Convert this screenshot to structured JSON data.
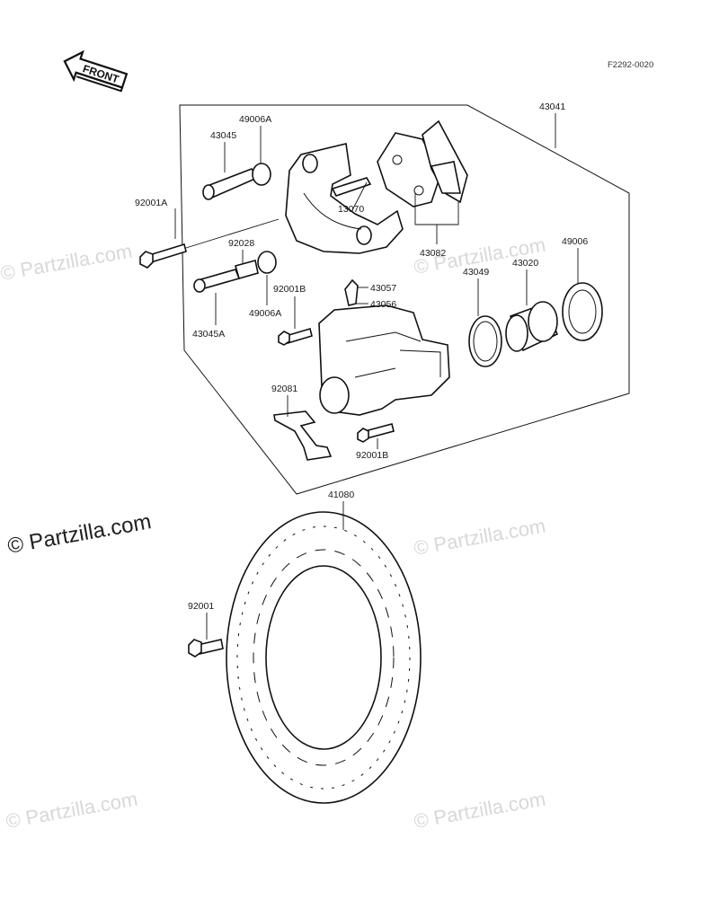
{
  "diagram_code": "F2292-0020",
  "front_label": "FRONT",
  "watermark_text": "© Partzilla.com",
  "parts": {
    "p43041": "43041",
    "p49006A_top": "49006A",
    "p43045": "43045",
    "p92001A": "92001A",
    "p13070": "13070",
    "p43082": "43082",
    "p92028": "92028",
    "p92001B_top": "92001B",
    "p49006A_bot": "49006A",
    "p43057": "43057",
    "p43056": "43056",
    "p43045A": "43045A",
    "p43049": "43049",
    "p43020": "43020",
    "p49006": "49006",
    "p92081": "92081",
    "p92001B_bot": "92001B",
    "p41080": "41080",
    "p92001": "92001"
  }
}
